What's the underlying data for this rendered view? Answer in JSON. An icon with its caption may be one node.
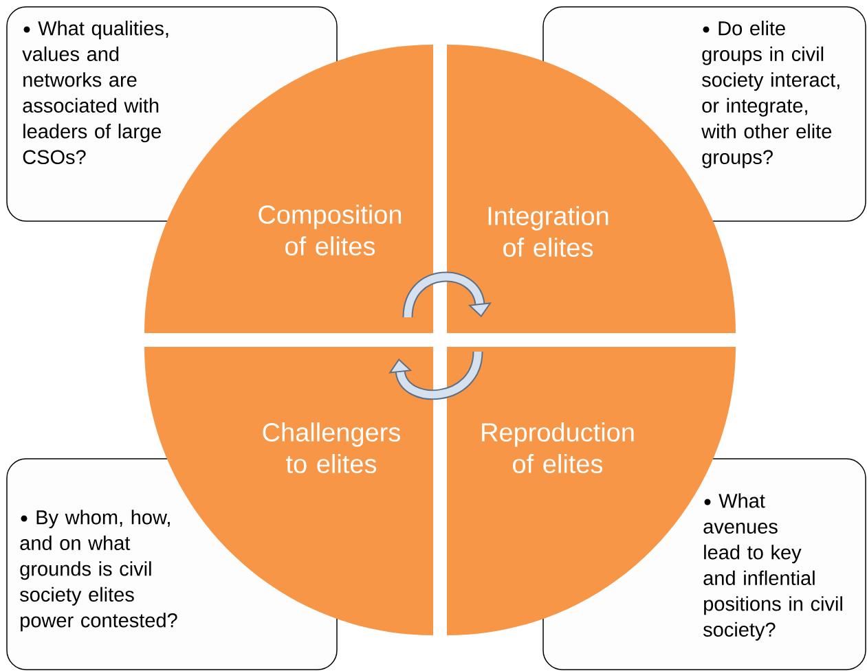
{
  "diagram": {
    "nodes": [
      {
        "text": [
          "What qualities, values and networks are associated with leaders of large CSOs?"
        ]
      },
      {
        "text": [
          "Do elite groups in civil society interact, or integrate, with other elite groups?"
        ]
      },
      {
        "text": [
          "Composition of elites"
        ]
      },
      {
        "text": [
          "Integration of elites"
        ]
      },
      {
        "text": [
          "Challengers to elites"
        ]
      },
      {
        "text": [
          "Reproduction of elites"
        ]
      },
      {
        "text": [
          "By whom, how, and on what grounds is civil society elites power contested?"
        ]
      },
      {
        "text": [
          "What avenues lead to key and inflential positions in civil society?"
        ]
      }
    ],
    "edges": [
      {
        "from": 2,
        "to": 3,
        "arrow": "to"
      },
      {
        "from": 5,
        "to": 4,
        "arrow": "to"
      }
    ]
  }
}
